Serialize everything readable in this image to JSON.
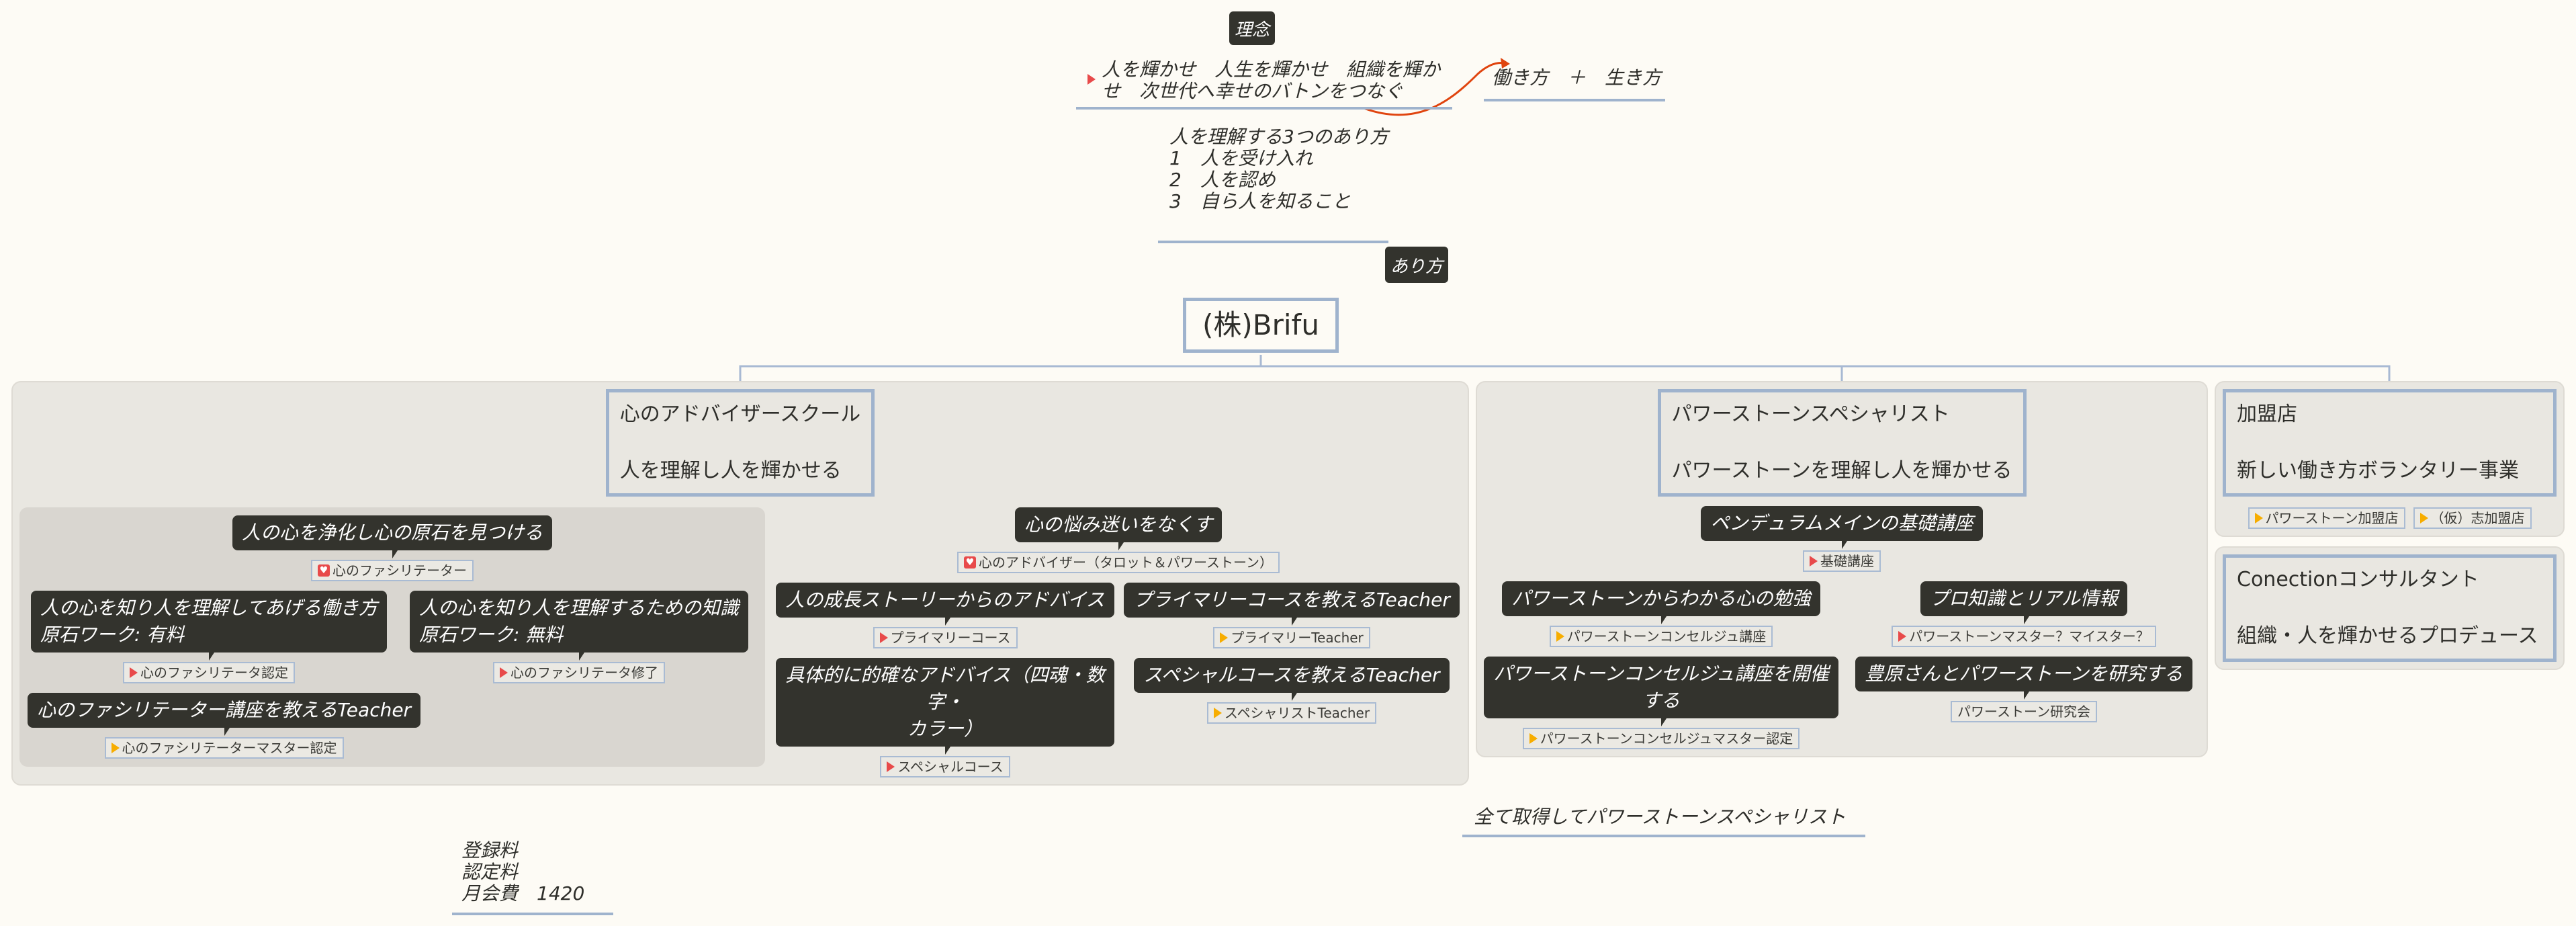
{
  "top": {
    "rinen_label": "理念",
    "philosophy": "人を輝かせ　人生を輝かせ　組織を輝か\nせ　次世代へ幸せのバトンをつなぐ",
    "work_life": "働き方　＋　生き方",
    "three_ways": "人を理解する3つのあり方\n1　人を受け入れ\n2　人を認め\n3　自ら人を知ること",
    "arikata_label": "あり方"
  },
  "root": {
    "title": "(株)Brifu"
  },
  "branches": [
    {
      "title": "心のアドバイザースクール\n\n人を理解し人を輝かせる",
      "nodes": [
        {
          "label": "人の心を浄化し心の原石を見つける",
          "tag": "心のファシリテーター",
          "tag_icon": "heart-icon"
        },
        {
          "label": "人の心を知り人を理解してあげる働き方\n原石ワーク: 有料",
          "tag": "心のファシリテータ認定",
          "tag_icon": "red-flag-icon"
        },
        {
          "label": "人の心を知り人を理解するための知識\n原石ワーク: 無料",
          "tag": "心のファシリテータ修了",
          "tag_icon": "red-flag-icon"
        },
        {
          "label": "心のファシリテーター講座を教えるTeacher",
          "tag": "心のファシリテーターマスター認定",
          "tag_icon": "yellow-flag-icon"
        },
        {
          "label": "心の悩み迷いをなくす",
          "tag": "心のアドバイザー（タロット＆パワーストーン）",
          "tag_icon": "heart-icon"
        },
        {
          "label": "人の成長ストーリーからのアドバイス",
          "tag": "プライマリーコース",
          "tag_icon": "red-flag-icon"
        },
        {
          "label": "プライマリーコースを教えるTeacher",
          "tag": "プライマリーTeacher",
          "tag_icon": "yellow-flag-icon"
        },
        {
          "label": "具体的に的確なアドバイス（四魂・数字・\nカラー）",
          "tag": "スペシャルコース",
          "tag_icon": "red-flag-icon"
        },
        {
          "label": "スペシャルコースを教えるTeacher",
          "tag": "スペシャリストTeacher",
          "tag_icon": "yellow-flag-icon"
        }
      ]
    },
    {
      "title": "パワーストーンスペシャリスト\n\nパワーストーンを理解し人を輝かせる",
      "nodes": [
        {
          "label": "ペンデュラムメインの基礎講座",
          "tag": "基礎講座",
          "tag_icon": "red-flag-icon"
        },
        {
          "label": "パワーストーンからわかる心の勉強",
          "tag": "パワーストーンコンセルジュ講座",
          "tag_icon": "yellow-flag-icon"
        },
        {
          "label": "プロ知識とリアル情報",
          "tag": "パワーストーンマスター？マイスター？",
          "tag_icon": "red-flag-icon"
        },
        {
          "label": "パワーストーンコンセルジュ講座を開催する",
          "tag": "パワーストーンコンセルジュマスター認定",
          "tag_icon": "yellow-flag-icon"
        },
        {
          "label": "豊原さんとパワーストーンを研究する",
          "tag": "パワーストーン研究会",
          "tag_icon": ""
        }
      ]
    },
    {
      "title": "加盟店\n\n新しい働き方ボランタリー事業",
      "tags": [
        "パワーストーン加盟店",
        "（仮）志加盟店"
      ]
    },
    {
      "title": "Conectionコンサルタント\n\n組織・人を輝かせるプロデュース"
    }
  ],
  "floating": {
    "all_acquired": "全て取得してパワーストーンスペシャリスト",
    "fees": "登録料\n認定料\n月会費　1420"
  },
  "colors": {
    "node_dark": "#33332d",
    "border_blue": "#9fb3cd",
    "flag_red": "#e84a4a",
    "flag_yellow": "#f7ad00",
    "relation_arrow": "#e0440e",
    "canvas": "#fdfbf5"
  }
}
